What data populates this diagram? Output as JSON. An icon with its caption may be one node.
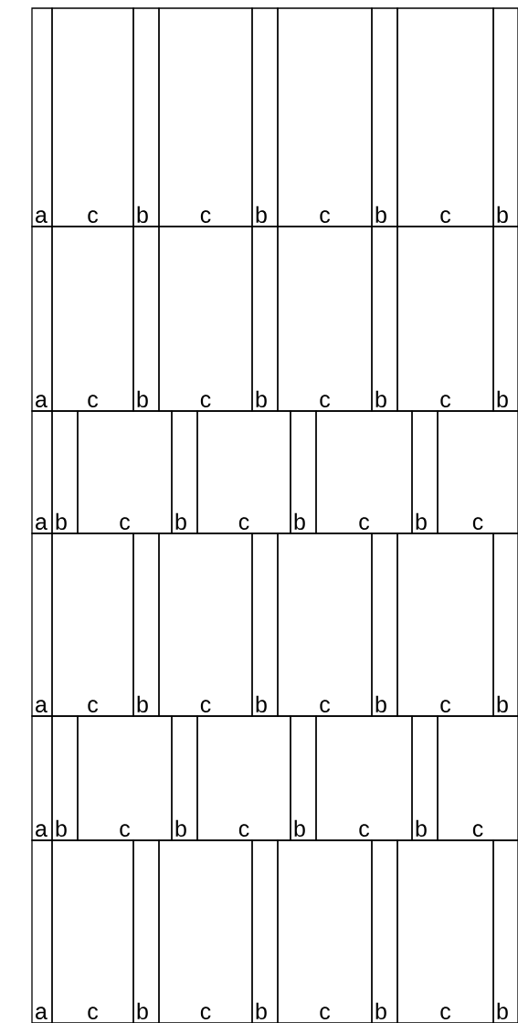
{
  "diagram": {
    "nodes": [
      {
        "text": [
          "a"
        ]
      },
      {
        "text": [
          "c"
        ]
      },
      {
        "text": [
          "b"
        ]
      },
      {
        "text": [
          "c"
        ]
      },
      {
        "text": [
          "b"
        ]
      },
      {
        "text": [
          "c"
        ]
      },
      {
        "text": [
          "b"
        ]
      },
      {
        "text": [
          "c"
        ]
      },
      {
        "text": [
          "b"
        ]
      },
      {
        "text": [
          "a"
        ]
      },
      {
        "text": [
          "c"
        ]
      },
      {
        "text": [
          "b"
        ]
      },
      {
        "text": [
          "c"
        ]
      },
      {
        "text": [
          "b"
        ]
      },
      {
        "text": [
          "c"
        ]
      },
      {
        "text": [
          "b"
        ]
      },
      {
        "text": [
          "c"
        ]
      },
      {
        "text": [
          "b"
        ]
      },
      {
        "text": [
          "a"
        ]
      },
      {
        "text": [
          "b"
        ]
      },
      {
        "text": [
          "c"
        ]
      },
      {
        "text": [
          "b"
        ]
      },
      {
        "text": [
          "c"
        ]
      },
      {
        "text": [
          "b"
        ]
      },
      {
        "text": [
          "c"
        ]
      },
      {
        "text": [
          "b"
        ]
      },
      {
        "text": [
          "c"
        ]
      },
      {
        "text": [
          "a"
        ]
      },
      {
        "text": [
          "c"
        ]
      },
      {
        "text": [
          "b"
        ]
      },
      {
        "text": [
          "c"
        ]
      },
      {
        "text": [
          "b"
        ]
      },
      {
        "text": [
          "c"
        ]
      },
      {
        "text": [
          "b"
        ]
      },
      {
        "text": [
          "c"
        ]
      },
      {
        "text": [
          "b"
        ]
      },
      {
        "text": [
          "a"
        ]
      },
      {
        "text": [
          "b"
        ]
      },
      {
        "text": [
          "c"
        ]
      },
      {
        "text": [
          "b"
        ]
      },
      {
        "text": [
          "c"
        ]
      },
      {
        "text": [
          "b"
        ]
      },
      {
        "text": [
          "c"
        ]
      },
      {
        "text": [
          "b"
        ]
      },
      {
        "text": [
          "c"
        ]
      },
      {
        "text": [
          "a"
        ]
      },
      {
        "text": [
          "c"
        ]
      },
      {
        "text": [
          "b"
        ]
      },
      {
        "text": [
          "c"
        ]
      },
      {
        "text": [
          "b"
        ]
      },
      {
        "text": [
          "c"
        ]
      },
      {
        "text": [
          "b"
        ]
      },
      {
        "text": [
          "c"
        ]
      },
      {
        "text": [
          "b"
        ]
      }
    ]
  }
}
